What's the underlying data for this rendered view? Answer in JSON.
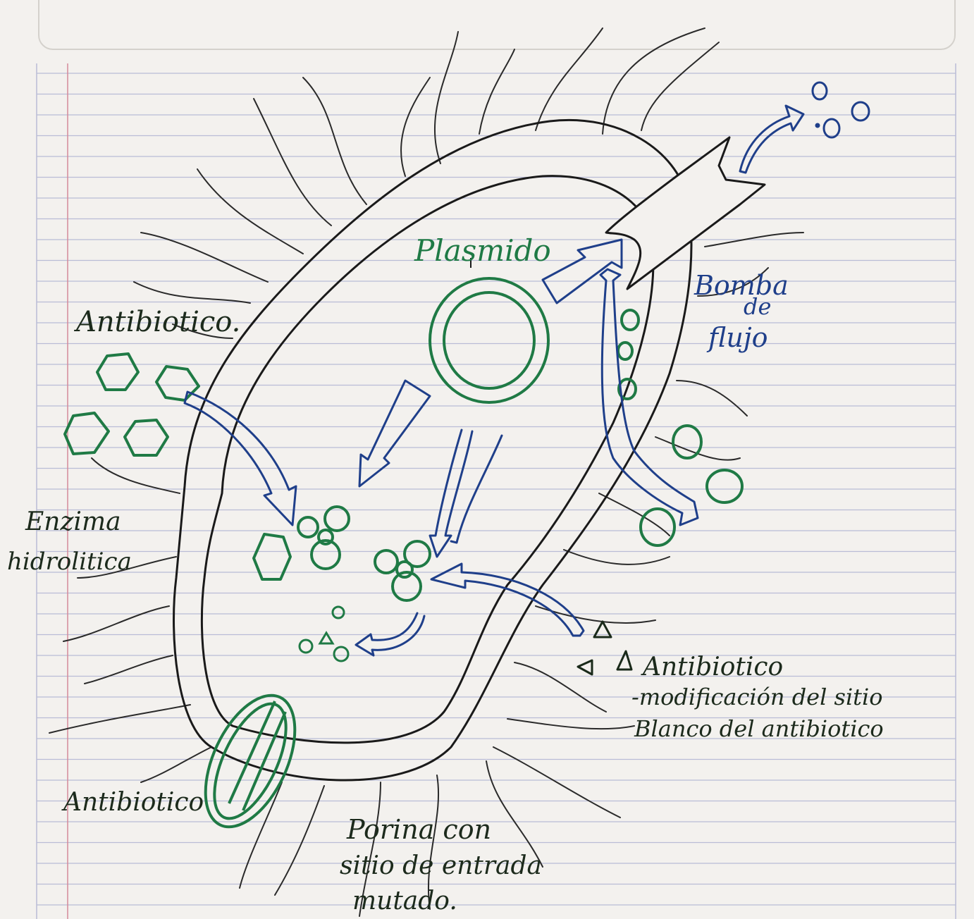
{
  "labels": {
    "plasmido": "Plasmido",
    "antibiotico_top": "Antibiotico.",
    "enzima": "Enzima",
    "hidrolitica": "hidrolitica",
    "bomba": "Bomba",
    "de": "de",
    "flujo": "flujo",
    "antibiotico_right": "Antibiotico",
    "modificacion": "-modificación del sitio",
    "blanco": "Blanco del antibiotico",
    "antibiotico_bottom": "Antibiotico",
    "porina_1": "Porina con",
    "porina_2": "sitio de entrada",
    "porina_3": "mutado."
  },
  "colors": {
    "paper": "#f3f1ee",
    "ruled_line": "#b9bcd6",
    "margin_line": "#d58a9a",
    "green_ink": "#1f7a45",
    "blue_ink": "#1f3f8a",
    "pencil": "#2a2a2a"
  }
}
